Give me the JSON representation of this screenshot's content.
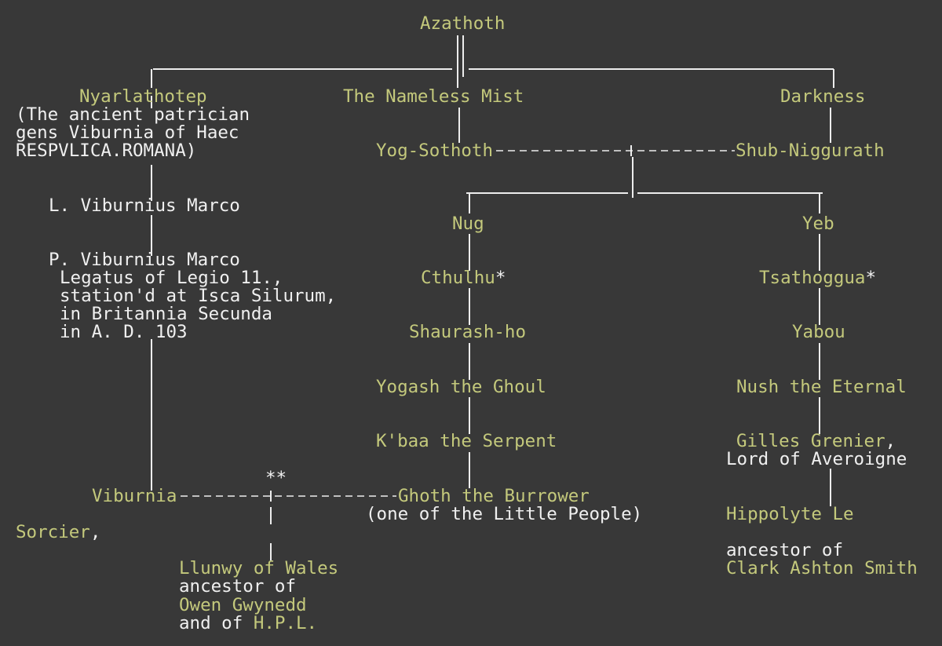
{
  "colors": {
    "background": "#383838",
    "name": "#c4c97c",
    "text": "#f0f0f0",
    "lines": "#ededed"
  },
  "tree": {
    "azathoth": "Azathoth",
    "nyarlathotep": "Nyarlathotep",
    "gens_note": [
      "(The ancient patrician",
      "gens Viburnia of Haec",
      "RESPVLICA.ROMANA)"
    ],
    "nameless_mist": "The Nameless Mist",
    "darkness": "Darkness",
    "yog_sothoth": "Yog-Sothoth",
    "shub_niggurath": "Shub-Niggurath",
    "l_viburnius": "L. Viburnius Marco",
    "p_viburnius": [
      "P. Viburnius Marco",
      "Legatus of Legio 11.,",
      "station'd at Isca Silurum,",
      "in Britannia Secunda",
      "in A. D. 103"
    ],
    "nug": "Nug",
    "yeb": "Yeb",
    "cthulhu": "Cthulhu",
    "cthulhu_mark": "*",
    "tsathoggua": "Tsathoggua",
    "tsathoggua_mark": "*",
    "shaurash_ho": "Shaurash-ho",
    "yabou": "Yabou",
    "yogash": "Yogash the Ghoul",
    "nush": "Nush the Eternal",
    "kbaa": "K'baa the Serpent",
    "gilles": "Gilles Grenier",
    "gilles_comma": ",",
    "gilles_title": "Lord of Averoigne",
    "double_star": "**",
    "viburnia": "Viburnia",
    "ghoth": "Ghoth the Burrower",
    "ghoth_note": "(one of the Little People)",
    "hippolyte": "Hippolyte Le",
    "sorcier": "Sorcier",
    "sorcier_comma": ",",
    "ancestor_of_right": "ancestor of",
    "clark": "Clark Ashton Smith",
    "llunwy": "Llunwy of Wales",
    "ancestor_of_left": "ancestor of",
    "owen": "Owen Gwynedd",
    "and_of": "and of",
    "hpl": "H.P.L."
  }
}
